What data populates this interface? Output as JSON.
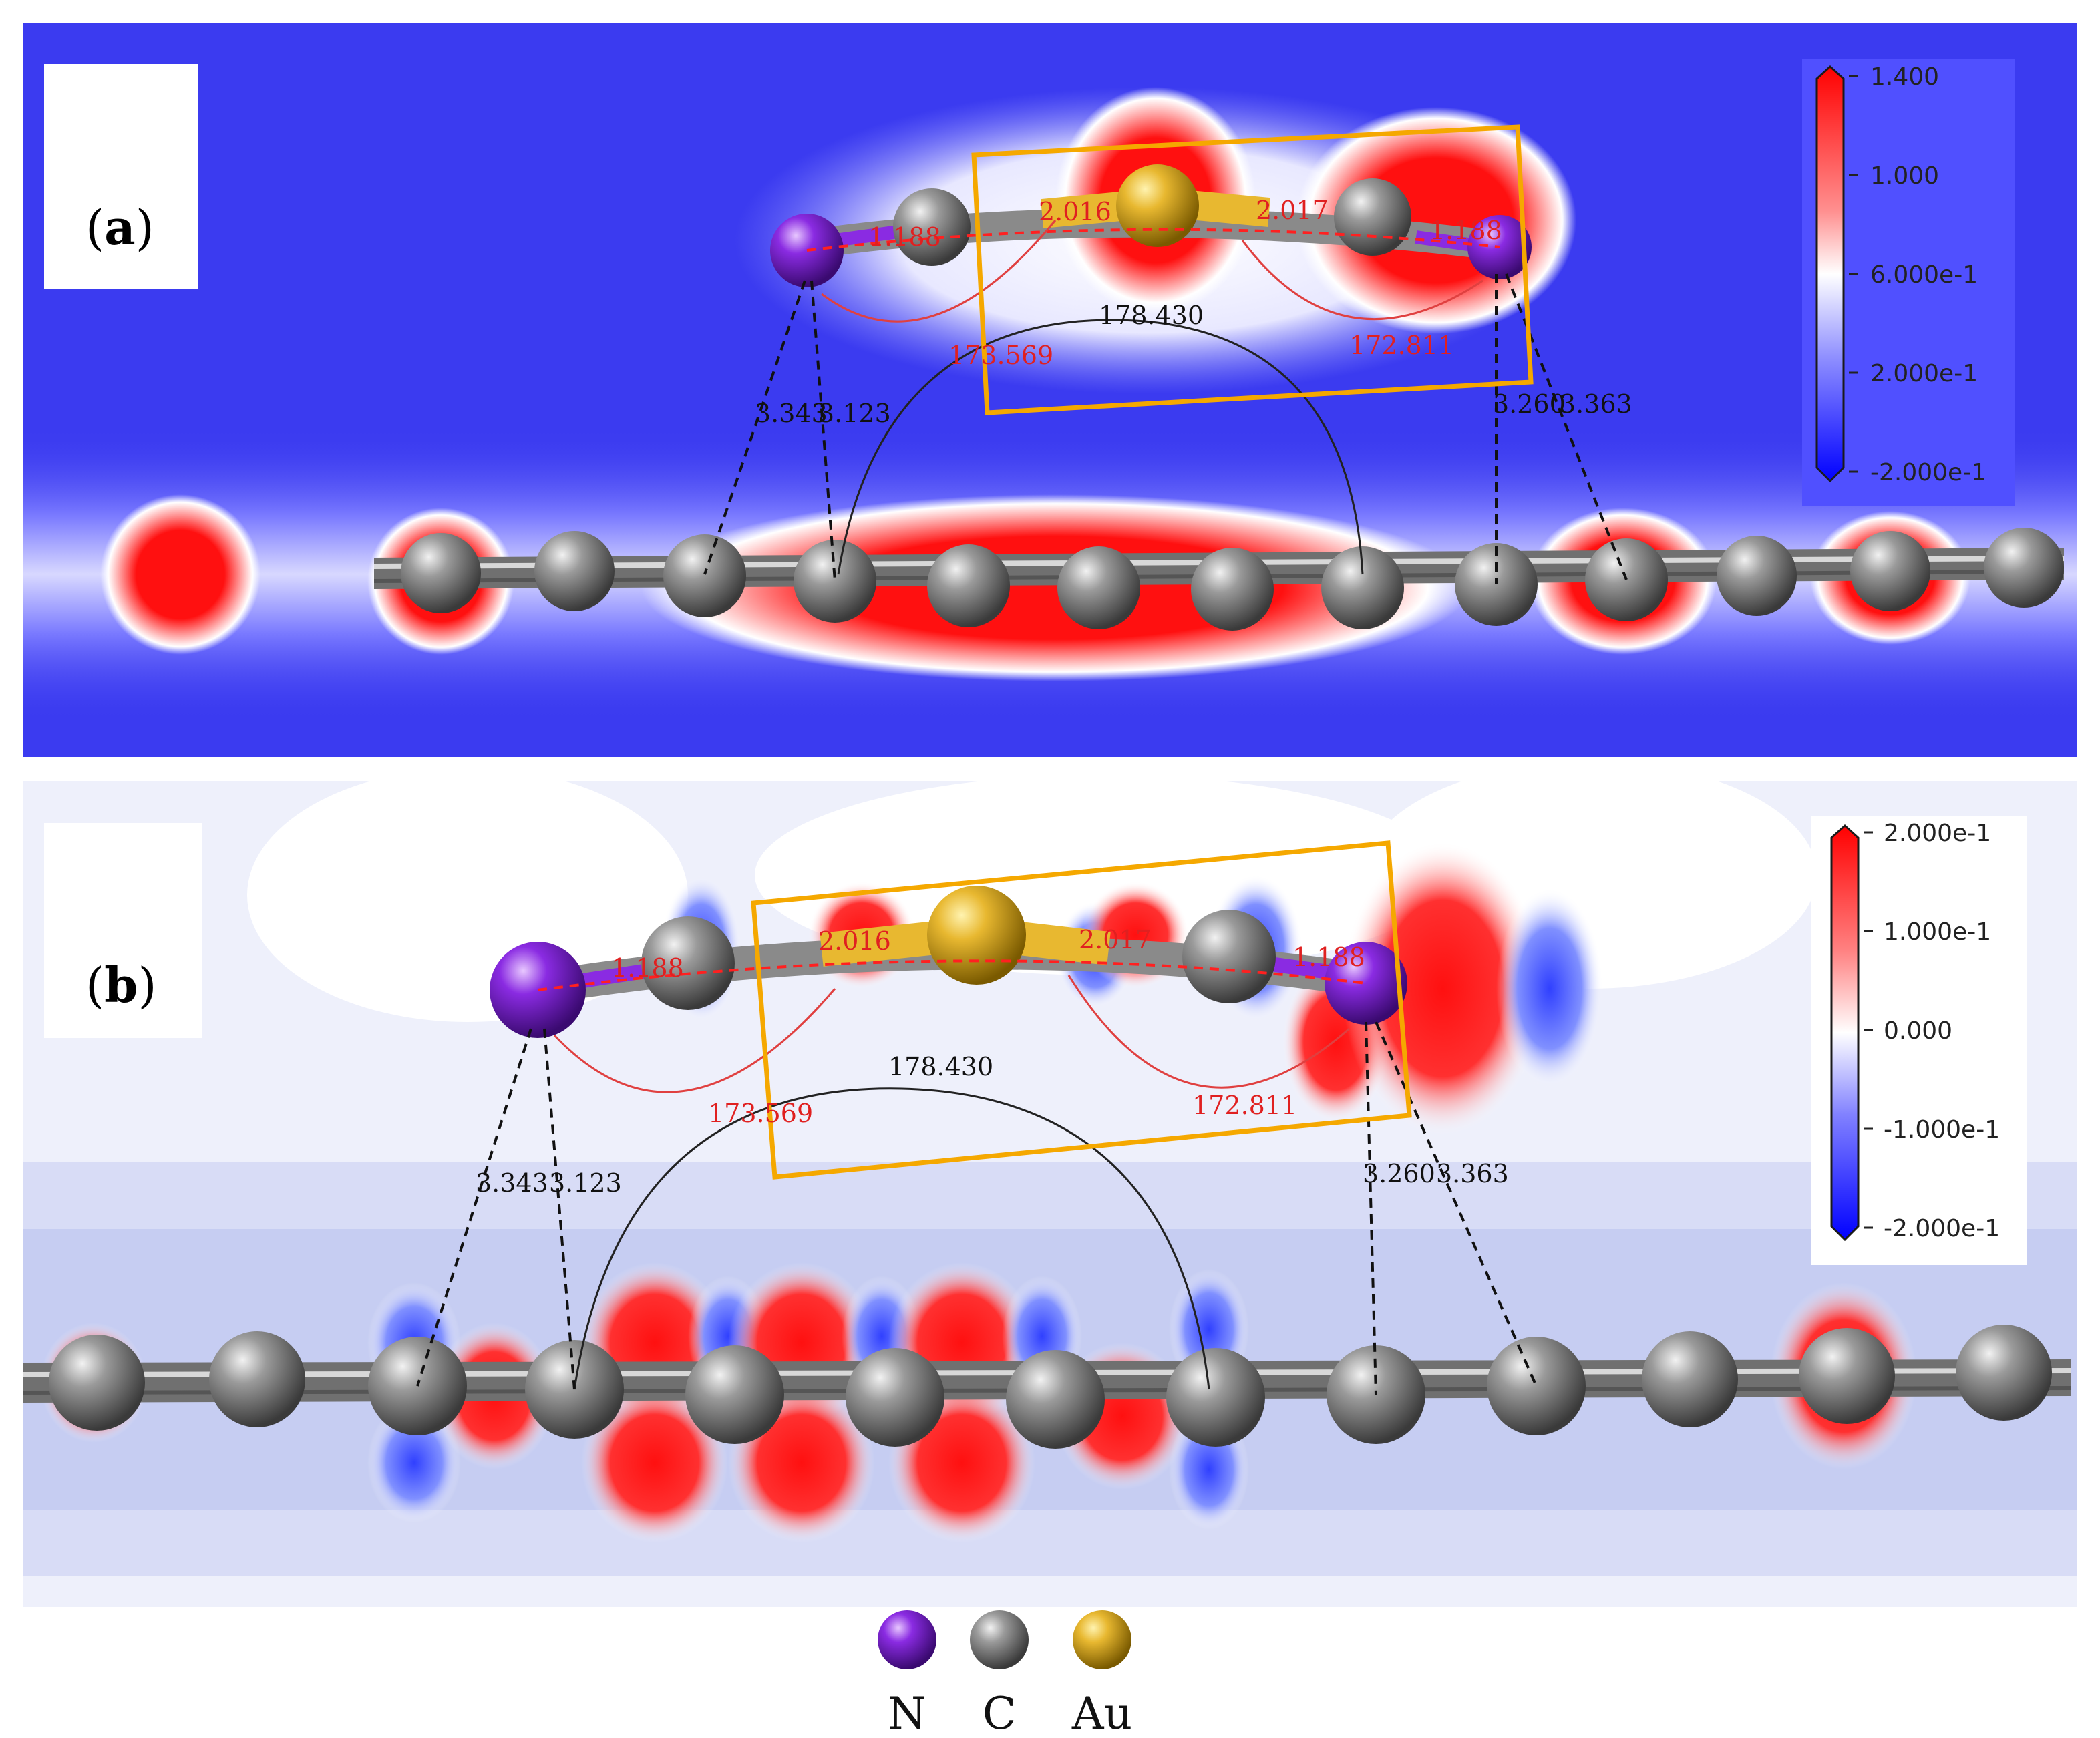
{
  "panels": [
    {
      "id": "a",
      "label_prefix": "(",
      "label_letter": "a",
      "label_suffix": ")",
      "colorbar_ticks": [
        "1.400",
        "1.000",
        "6.000e-1",
        "2.000e-1",
        "-2.000e-1"
      ],
      "bond_lengths": [
        "1.188",
        "2.016",
        "2.017",
        "1.188"
      ],
      "angles": [
        "173.569",
        "178.430",
        "172.811"
      ],
      "distances": [
        "3.343",
        "3.123",
        "3.260",
        "3.363"
      ],
      "colors": {
        "background": "#3b3bf0",
        "accent": "#ff1a1a"
      }
    },
    {
      "id": "b",
      "label_prefix": "(",
      "label_letter": "b",
      "label_suffix": ")",
      "colorbar_ticks": [
        "2.000e-1",
        "1.000e-1",
        "0.000",
        "-1.000e-1",
        "-2.000e-1"
      ],
      "bond_lengths": [
        "1.188",
        "2.016",
        "2.017",
        "1.188"
      ],
      "angles": [
        "173.569",
        "178.430",
        "172.811"
      ],
      "distances": [
        "3.343",
        "3.123",
        "3.260",
        "3.363"
      ],
      "colors": {
        "background": "#eef0fb",
        "accent": "#ff1a1a"
      }
    }
  ],
  "legend": [
    {
      "label": "N",
      "color": "#7b1fd6"
    },
    {
      "label": "C",
      "color": "#808080"
    },
    {
      "label": "Au",
      "color": "#e0b020"
    }
  ],
  "colors": {
    "highlight_box": "#f5a800",
    "nitrogen": "#7b1fd6",
    "carbon": "#808080",
    "gold": "#e0b020",
    "bond_label": "#e02020"
  }
}
